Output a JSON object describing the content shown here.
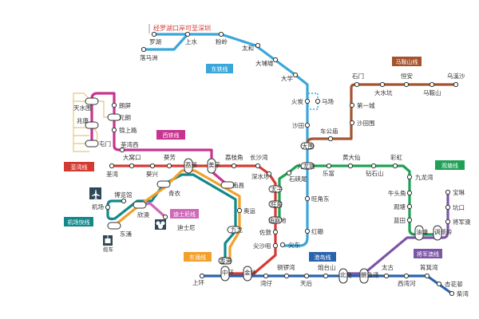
{
  "note": "经罗湖口岸可至深圳",
  "lines": {
    "east_rail": {
      "name": "东铁线",
      "color": "#3ba6d9"
    },
    "ma_on_shan": {
      "name": "马鞍山线",
      "color": "#a5532e"
    },
    "west_rail": {
      "name": "西铁线",
      "color": "#c8338f"
    },
    "tsuen_wan": {
      "name": "荃湾线",
      "color": "#d33b32"
    },
    "airport_express": {
      "name": "机场快线",
      "color": "#13888a"
    },
    "disneyland": {
      "name": "迪士尼线",
      "color": "#d068b9"
    },
    "tung_chung": {
      "name": "东涌线",
      "color": "#f3a02a"
    },
    "kwun_tong": {
      "name": "观塘线",
      "color": "#1ea055"
    },
    "tseung_kwan_o": {
      "name": "将军澳线",
      "color": "#7c56a6"
    },
    "island": {
      "name": "港岛线",
      "color": "#2a63ad"
    }
  },
  "stations": {
    "lo_wu": "罗湖",
    "lok_ma_chau": "落马洲",
    "sheung_shui": "上水",
    "fanling": "粉岭",
    "tai_wo": "太和",
    "tai_po_market": "大埔墟",
    "university": "大学",
    "fo_tan": "火炭",
    "racecourse": "马场",
    "sha_tin": "沙田",
    "tai_wai": "大围",
    "kowloon_tong": "九龙塘",
    "mong_kok_east": "旺角东",
    "hung_hom": "红磡",
    "east_tst": "尖东",
    "che_kung_temple": "车公庙",
    "sha_tin_wai": "沙田围",
    "city_one": "第一城",
    "shek_mun": "石门",
    "tai_shui_hang": "大水坑",
    "heng_on": "恒安",
    "ma_on_shan": "马鞍山",
    "wu_kai_sha": "乌溪沙",
    "tin_shui_wai": "天水围",
    "siu_hong": "兆康",
    "tuen_mun": "屯门",
    "long_ping": "朗屏",
    "yuen_long": "元朗",
    "kam_sheung_road": "锦上路",
    "tsuen_wan_west": "荃湾西",
    "tsuen_wan": "荃湾",
    "tai_wo_hau": "大窝口",
    "kwai_hing": "葵兴",
    "kwai_fong": "葵芳",
    "lai_king": "荔景",
    "mei_foo": "美孚",
    "lai_chi_kok": "荔枝角",
    "cheung_sha_wan": "长沙湾",
    "sham_shui_po": "深水埗",
    "prince_edward": "太子",
    "mong_kok": "旺角",
    "yau_ma_tei": "油麻地",
    "jordan": "佐敦",
    "tsim_sha_tsui": "尖沙咀",
    "admiralty": "金钟",
    "central": "中环",
    "asiaworld_expo": "博览馆",
    "airport": "机场",
    "tung_chung": "东涌",
    "sunny_bay": "欣澳",
    "tsing_yi": "青衣",
    "disneyland_resort": "迪士尼",
    "nam_cheong": "南昌",
    "olympic": "奥运",
    "kowloon": "九龙",
    "hong_kong": "香港",
    "shek_kip_mei": "石硖尾",
    "lok_fu": "乐富",
    "wong_tai_sin": "黄大仙",
    "diamond_hill": "钻石山",
    "choi_hung": "彩虹",
    "kowloon_bay": "九龙湾",
    "ngau_tau_kok": "牛头角",
    "kwun_tong": "观塘",
    "lam_tin": "蓝田",
    "yau_tong": "油塘",
    "tiu_keng_leng": "调景岭",
    "po_lam": "宝琳",
    "hang_hau": "坑口",
    "tseung_kwan_o": "将军澳",
    "sheung_wan": "上环",
    "wan_chai": "湾仔",
    "causeway_bay": "铜锣湾",
    "tin_hau": "天后",
    "fortress_hill": "炮台山",
    "north_point": "北角",
    "quarry_bay": "鲗鱼涌",
    "tai_koo": "太古",
    "sai_wan_ho": "西湾河",
    "shau_kei_wan": "筲箕湾",
    "heng_fa_chuen": "杏花邨",
    "chai_wan": "柴湾"
  },
  "icons": {
    "cable_car_label": "缆车"
  }
}
